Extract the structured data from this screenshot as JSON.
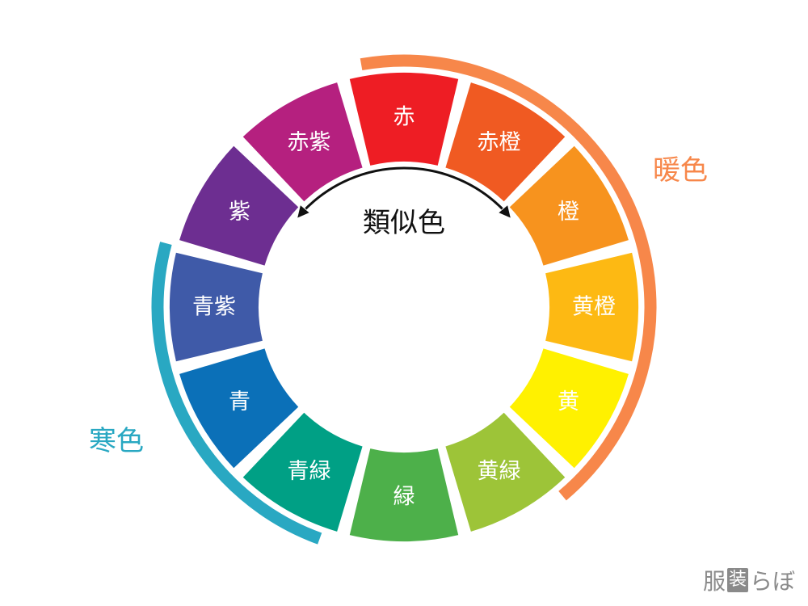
{
  "wheel": {
    "segments": [
      {
        "label": "赤",
        "color": "#EE1D24"
      },
      {
        "label": "赤橙",
        "color": "#F05A22"
      },
      {
        "label": "橙",
        "color": "#F7931E"
      },
      {
        "label": "黄橙",
        "color": "#FDB913"
      },
      {
        "label": "黄",
        "color": "#FFF100"
      },
      {
        "label": "黄緑",
        "color": "#9DC438"
      },
      {
        "label": "緑",
        "color": "#4DB04A"
      },
      {
        "label": "青緑",
        "color": "#00A085"
      },
      {
        "label": "青",
        "color": "#0B70B8"
      },
      {
        "label": "青紫",
        "color": "#3F5AA8"
      },
      {
        "label": "紫",
        "color": "#6D2E91"
      },
      {
        "label": "赤紫",
        "color": "#B5207F"
      }
    ],
    "center_label": "類似色"
  },
  "groups": {
    "warm": {
      "label": "暖色",
      "color": "#F7874A"
    },
    "cool": {
      "label": "寒色",
      "color": "#29A8C2"
    }
  },
  "watermark": {
    "part1": "服",
    "part2": "装",
    "part3": "らぼ"
  }
}
